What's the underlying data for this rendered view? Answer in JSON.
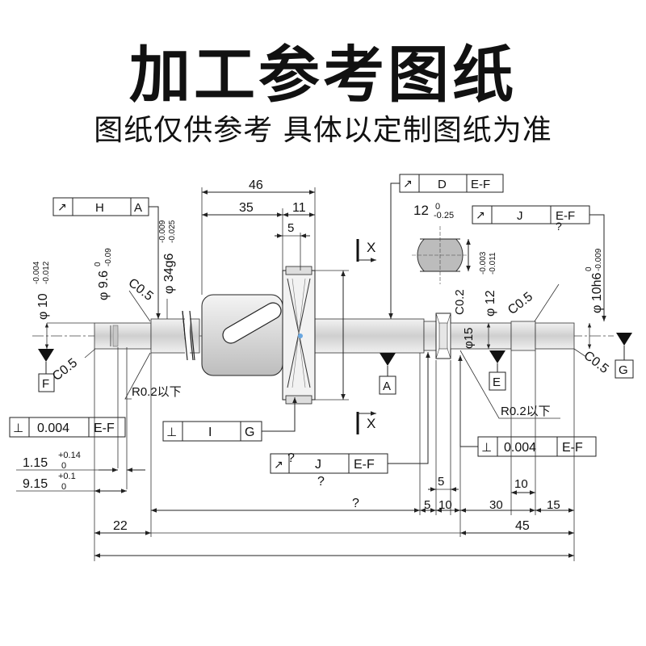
{
  "header": {
    "title": "加工参考图纸",
    "subtitle": "图纸仅供参考  具体以定制图纸为准"
  },
  "frames": {
    "fr_h": {
      "symbol": "↗",
      "ref1": "H",
      "ref2": "A"
    },
    "fr_d": {
      "symbol": "↗",
      "ref1": "D",
      "ref2": "E-F"
    },
    "fr_j_right": {
      "symbol": "↗",
      "ref1": "J",
      "ref2": "E-F",
      "mark": "?"
    },
    "fr_perp_left": {
      "symbol": "⊥",
      "ref1": "0.004",
      "ref2": "E-F"
    },
    "fr_perp_i": {
      "symbol": "⊥",
      "ref1": "I",
      "ref2": "G"
    },
    "fr_j_mid": {
      "symbol": "↗",
      "ref1": "J",
      "ref2": "E-F",
      "mark1": "?",
      "mark2": "?"
    },
    "fr_perp_right": {
      "symbol": "⊥",
      "ref1": "0.004",
      "ref2": "E-F"
    }
  },
  "datums": {
    "F": "F",
    "A": "A",
    "E": "E",
    "G": "G"
  },
  "section": {
    "x": "X"
  },
  "labels": {
    "d10_left": "φ 10",
    "d10_left_tol_up": "-0.004",
    "d10_left_tol_low": "-0.012",
    "d96": "φ 9.6",
    "d96_tol_up": "0",
    "d96_tol_low": "-0.09",
    "c05_left_top": "C0.5",
    "c05_left_bottom": "C0.5",
    "d34": "φ 34g6",
    "d34_tol_up": "-0.009",
    "d34_tol_low": "-0.025",
    "r02_left": "R0.2以下",
    "r02_right": "R0.2以下",
    "c02": "C0.2",
    "d12": "φ 12",
    "d12_tol_up": "-0.003",
    "d12_tol_low": "-0.011",
    "c05_right_top": "C0.5",
    "d10h6": "φ 10h6",
    "d10h6_tol_up": "0",
    "d10h6_tol_low": "-0.009",
    "c05_right_bottom": "C0.5",
    "d15": "φ15",
    "flat": "12",
    "flat_tol_up": "0",
    "flat_tol_low": "-0.25"
  },
  "dims": {
    "d46": "46",
    "d35": "35",
    "d11": "11",
    "d5_top": "5",
    "d115": "1.15",
    "d115_up": "+0.14",
    "d115_low": "0",
    "d915": "9.15",
    "d915_up": "+0.1",
    "d915_low": "0",
    "d_unknown": "?",
    "d22": "22",
    "d45": "45",
    "d5_mid": "5",
    "d5_a": "5",
    "d10_a": "10",
    "d30": "30",
    "d15": "15",
    "d10_b": "10"
  }
}
